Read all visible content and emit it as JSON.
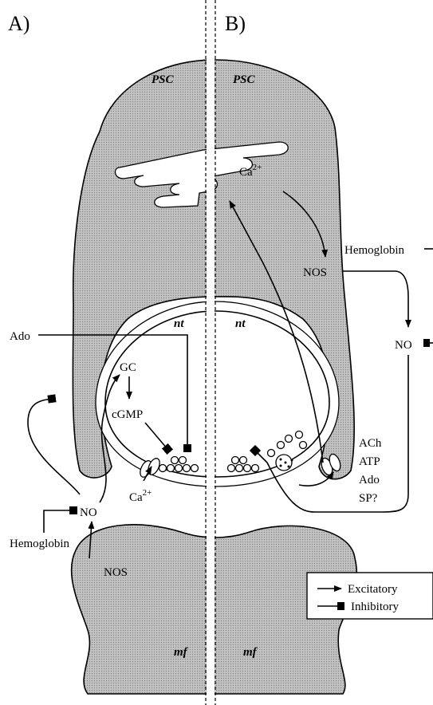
{
  "panels": {
    "a": "A)",
    "b": "B)"
  },
  "regions": {
    "psc_a": "PSC",
    "psc_b": "PSC",
    "nt_a": "nt",
    "nt_b": "nt",
    "mf_a": "mf",
    "mf_b": "mf"
  },
  "panel_a": {
    "ado": "Ado",
    "gc": "GC",
    "cgmp": "cGMP",
    "no": "NO",
    "nos": "NOS",
    "hemoglobin": "Hemoglobin",
    "ca": "Ca",
    "ca_sup": "2+"
  },
  "panel_b": {
    "ca": "Ca",
    "ca_sup": "2+",
    "hemoglobin": "Hemoglobin",
    "nos": "NOS",
    "no": "NO",
    "transmitters": [
      "ACh",
      "ATP",
      "Ado",
      "SP?"
    ]
  },
  "legend": {
    "excitatory": "Excitatory",
    "inhibitory": "Inhibitory"
  }
}
